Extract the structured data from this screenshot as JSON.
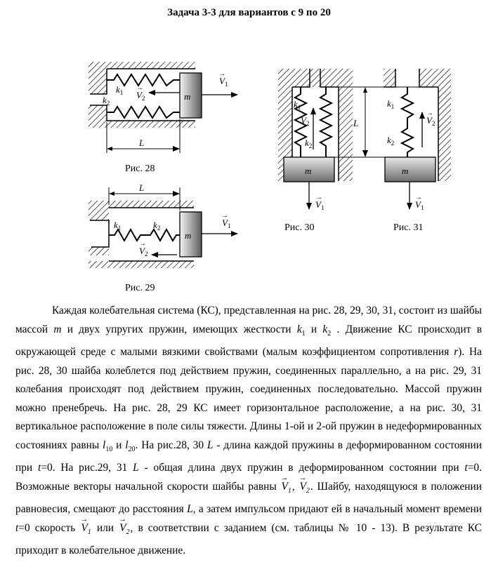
{
  "header": {
    "title": "Задача 3-3 для вариантов с 9 по 20"
  },
  "figures": {
    "fig28": {
      "caption": "Рис. 28",
      "k1": "k",
      "k1_sub": "1",
      "k2": "k",
      "k2_sub": "2",
      "mass": "m",
      "v1": "V",
      "v1_sub": "1",
      "v2": "V",
      "v2_sub": "2",
      "length": "L"
    },
    "fig29": {
      "caption": "Рис. 29",
      "k1": "k",
      "k1_sub": "1",
      "k2": "k",
      "k2_sub": "2",
      "mass": "m",
      "v1": "V",
      "v1_sub": "1",
      "v2": "V",
      "v2_sub": "2",
      "length": "L"
    },
    "fig30": {
      "caption": "Рис. 30",
      "k1": "k",
      "k1_sub": "1",
      "k2": "k",
      "k2_sub": "2",
      "mass": "m",
      "v1": "V",
      "v1_sub": "1",
      "v2": "V",
      "v2_sub": "2",
      "length": "L"
    },
    "fig31": {
      "caption": "Рис. 31",
      "k1": "k",
      "k1_sub": "1",
      "k2": "k",
      "k2_sub": "2",
      "mass": "m",
      "v1": "V",
      "v1_sub": "1",
      "v2": "V",
      "v2_sub": "2"
    }
  },
  "body": {
    "t1": "Каждая колебательная система (КС), представленная на рис. 28, 29, 30, 31, состоит из шайбы массой ",
    "m": "m",
    "t2": " и двух упругих пружин, имеющих жесткости ",
    "k": "k",
    "s1": "1",
    "and1": " и ",
    "s2": "2",
    "t3": " . Движение КС происходит в окружающей среде с малыми вязкими свойствами (малым коэффициентом сопротивления ",
    "r": "r",
    "t4": "). На рис. 28, 30 шайба колеблется под действием пружин, соединенных параллельно, а на рис. 29, 31 колебания происходят под действием пружин, соединенных последовательно. Массой пружин можно пренебречь. На рис. 28, 29 КС имеет горизонтальное расположение, а на рис. 30, 31 вертикальное расположение в поле силы тяжести. Длины 1-ой и 2-ой пружин в недеформированных состояниях равны ",
    "l": "l",
    "l10": "10",
    "and2": " и ",
    "l20": "20",
    "t5": ". На рис.28, 30 ",
    "L": "L",
    "t6": " - длина каждой пружины в деформированном состоянии при ",
    "t": "t",
    "t7": "=0. На рис.29, 31 ",
    "t8": " - общая длина двух пружин в деформированном состоянии при ",
    "t9": "=0. Возможные векторы начальной скорости шайбы равны ",
    "V": "V",
    "comma": ", ",
    "t10": ". Шайбу, находящуюся в положении равновесия, смещают до расстояния ",
    "t11": ", а затем импульсом придают ей в начальный момент времени ",
    "t12": "=0 скорость ",
    "ili": " или ",
    "t13": ", в соответствии с заданием (см. таблицы № 10 - 13). В результате КС приходит в колебательное движение."
  }
}
